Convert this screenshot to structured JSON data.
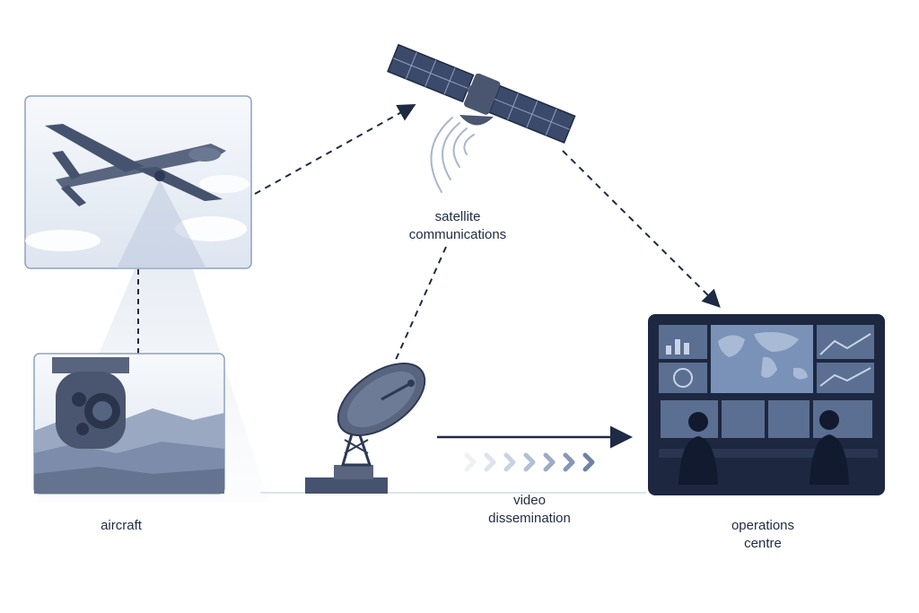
{
  "labels": {
    "aircraft": "aircraft",
    "satcom_line1": "satellite",
    "satcom_line2": "communications",
    "video_line1": "video",
    "video_line2": "dissemination",
    "ops_line1": "operations",
    "ops_line2": "centre"
  },
  "colors": {
    "ink": "#1f2a44",
    "panel_border": "#8fa0c0",
    "panel_fill": "#eef2f8",
    "dark_panel": "#1d2740",
    "screen_blue": "#7a92b8"
  }
}
